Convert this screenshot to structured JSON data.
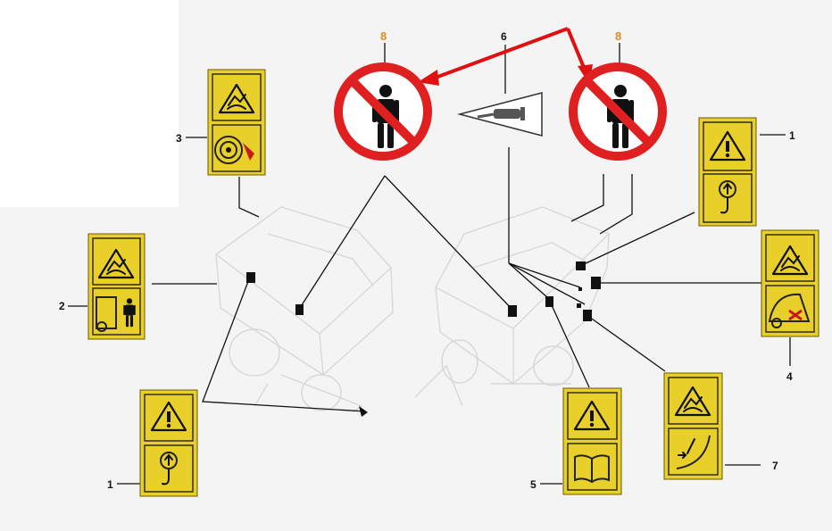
{
  "callouts": {
    "label_1_right": "1",
    "label_1_bottom": "1",
    "label_2": "2",
    "label_3": "3",
    "label_4": "4",
    "label_5": "5",
    "label_6": "6",
    "label_7": "7",
    "label_8_left": "8",
    "label_8_right": "8"
  },
  "colors": {
    "decal_yellow": "#e9cf2a",
    "prohibition_red": "#e02020",
    "arrow_red": "#e01010",
    "label_8_orange": "#e08a1e"
  },
  "icons": [
    "warning-lifting-point-decal",
    "warning-read-manual-decal",
    "warning-entanglement-decal",
    "warning-crush-tailgate-decal",
    "warning-pinch-cam-decal",
    "no-person-prohibition-sign",
    "exhaust-tool-decal"
  ]
}
